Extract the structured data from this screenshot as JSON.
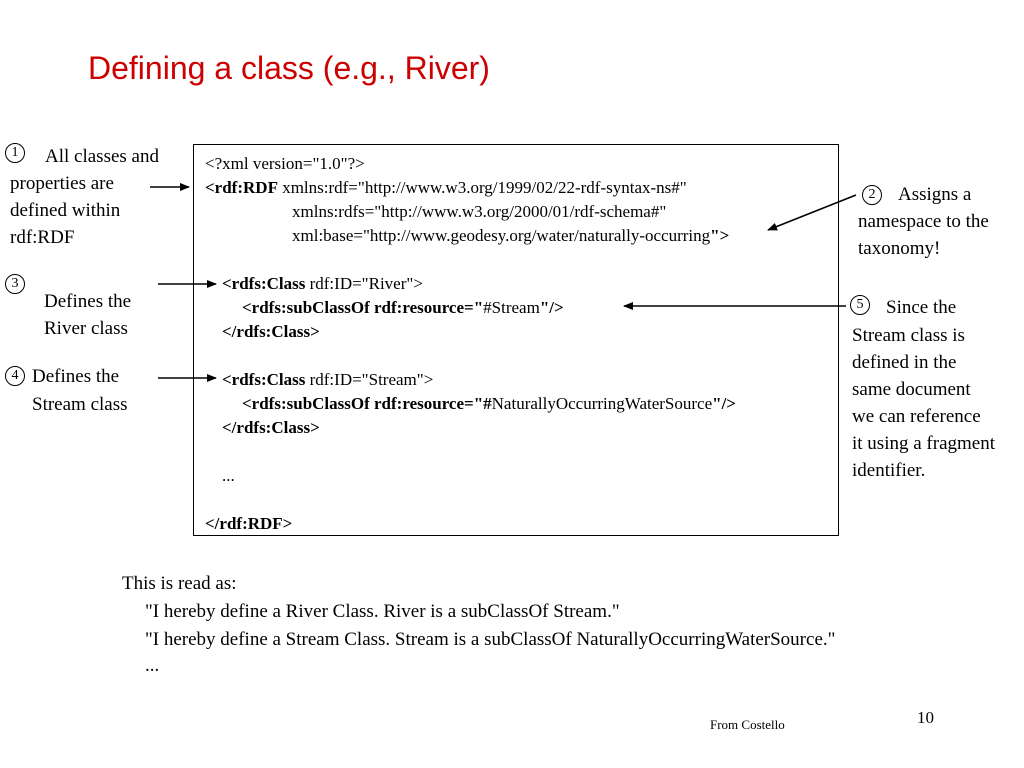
{
  "slide": {
    "title": "Defining a class (e.g., River)",
    "page_number": "10",
    "source": "From Costello"
  },
  "code": {
    "xml_decl": "<?xml version=\"1.0\"?>",
    "rdf_open_tag": "<rdf:RDF",
    "xmlns_rdf": "xmlns:rdf=\"http://www.w3.org/1999/02/22-rdf-syntax-ns#\"",
    "xmlns_rdfs": "xmlns:rdfs=\"http://www.w3.org/2000/01/rdf-schema#\"",
    "xml_base": "xml:base=\"http://www.geodesy.org/water/naturally-occurring",
    "xml_base_close": "\">",
    "river_class_tag": "<rdfs:Class",
    "river_class_attr": "rdf:ID=\"River\">",
    "river_subclass_tag": "<rdfs:subClassOf   rdf:resource=\"",
    "river_subclass_value": "#Stream",
    "river_subclass_close": "\"/>",
    "river_class_close": "</rdfs:Class>",
    "stream_class_tag": "<rdfs:Class",
    "stream_class_attr": "rdf:ID=\"Stream\">",
    "stream_subclass_tag": "<rdfs:subClassOf  rdf:resource=\"#",
    "stream_subclass_value": "NaturallyOccurringWaterSource",
    "stream_subclass_close": "\"/>",
    "stream_class_close": "</rdfs:Class>",
    "ellipsis": "...",
    "rdf_close_tag": "</rdf:RDF>"
  },
  "notes": {
    "n1": {
      "badge": "1",
      "lines": [
        "All classes and",
        "properties are",
        "defined within",
        "rdf:RDF"
      ]
    },
    "n2": {
      "badge": "2",
      "lines": [
        "Assigns a",
        "namespace to the",
        "taxonomy!"
      ]
    },
    "n3": {
      "badge": "3",
      "lines": [
        "Defines the",
        "River class"
      ]
    },
    "n4": {
      "badge": "4",
      "lines": [
        "Defines the",
        "Stream class"
      ]
    },
    "n5": {
      "badge": "5",
      "lines": [
        "Since the",
        "Stream class is",
        "defined in  the",
        "same document",
        "we can reference",
        "it using a fragment",
        "identifier."
      ]
    }
  },
  "read_as": {
    "intro": "This is read as:",
    "line1": "\"I hereby define a River Class.  River is a subClassOf Stream.\"",
    "line2": "\"I hereby define a Stream Class.  Stream is a subClassOf NaturallyOccurringWaterSource.\"",
    "line3": "..."
  }
}
